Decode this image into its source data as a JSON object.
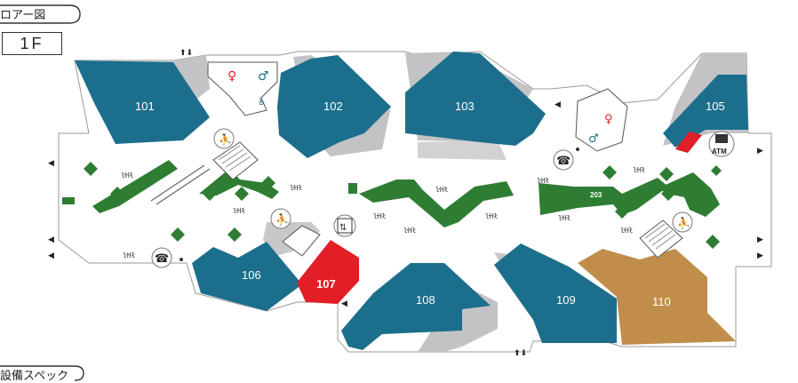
{
  "header": {
    "title_partial": "ロアー図",
    "floor": "1F",
    "footer_partial": "設備スペック"
  },
  "units": [
    {
      "id": "101",
      "label": "101",
      "kind": "tenant-blue"
    },
    {
      "id": "102",
      "label": "102",
      "kind": "tenant-blue"
    },
    {
      "id": "103",
      "label": "103",
      "kind": "tenant-blue"
    },
    {
      "id": "105",
      "label": "105",
      "kind": "tenant-blue"
    },
    {
      "id": "106",
      "label": "106",
      "kind": "tenant-blue"
    },
    {
      "id": "107",
      "label": "107",
      "kind": "highlighted-red"
    },
    {
      "id": "108",
      "label": "108",
      "kind": "tenant-blue"
    },
    {
      "id": "109",
      "label": "109",
      "kind": "tenant-blue"
    },
    {
      "id": "110",
      "label": "110",
      "kind": "tenant-brown"
    },
    {
      "id": "203",
      "label": "203",
      "kind": "label-small"
    }
  ],
  "facilities": {
    "atm": "ATM"
  },
  "icons": [
    "restroom-icon",
    "phone-icon",
    "escalator-icon",
    "elevator-icon",
    "atm-icon",
    "stairs-icon",
    "entrance-arrow-icon",
    "seating-icon"
  ],
  "colors": {
    "tenant_blue": "#1c6f8c",
    "highlighted_red": "#e21e26",
    "tenant_brown": "#c18d4a",
    "planter_green": "#2e7d32",
    "backstage_gray": "#bfbfc2",
    "outline": "#8a8a8a"
  }
}
